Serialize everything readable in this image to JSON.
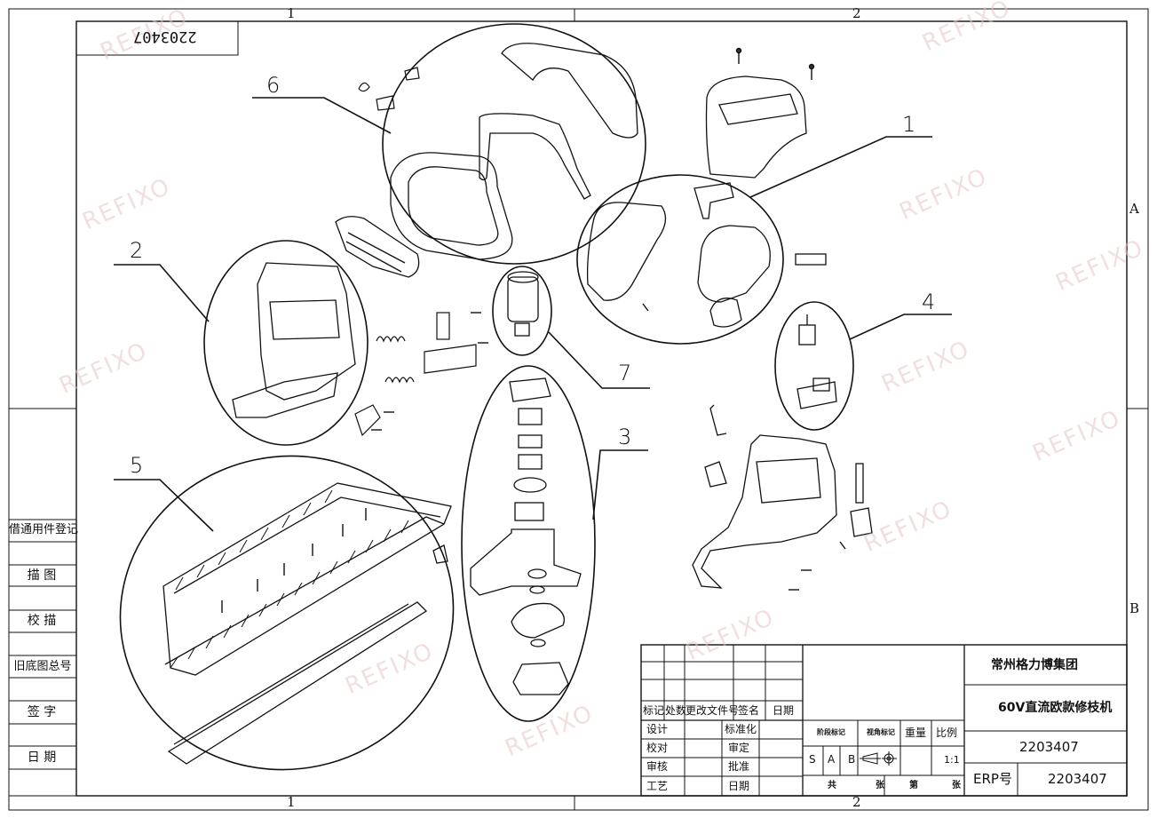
{
  "drawing": {
    "number_stamp": "2203407",
    "company": "常州格力博集团",
    "product_name": "60V直流欧款修枝机",
    "drawing_number": "2203407",
    "erp_label": "ERP号",
    "erp_number": "2203407",
    "watermark": "REFIXO"
  },
  "zones": {
    "col1": "1",
    "col2": "2",
    "rowA": "A",
    "rowB": "B"
  },
  "callouts": [
    "1",
    "2",
    "3",
    "4",
    "5",
    "6",
    "7"
  ],
  "left_register": [
    "借通用件登记",
    "描 图",
    "校 描",
    "旧底图总号",
    "签 字",
    "日 期"
  ],
  "revision_header": {
    "mark": "标记",
    "count": "处数",
    "change_doc": "更改文件号",
    "sign": "签名",
    "date": "日期"
  },
  "approval": {
    "design": "设计",
    "check": "校对",
    "review": "审核",
    "process": "工艺",
    "standardize": "标准化",
    "audit": "审定",
    "approve": "批准",
    "date": "日期"
  },
  "properties": {
    "stage_mark": "阶段标记",
    "view_mark": "视角标记",
    "weight": "重量",
    "scale": "比例",
    "s": "S",
    "a": "A",
    "b": "B",
    "scale_value": "1:1",
    "total_sheets": "共",
    "sheet_unit_1": "张",
    "sheet_no": "第",
    "sheet_unit_2": "张"
  }
}
